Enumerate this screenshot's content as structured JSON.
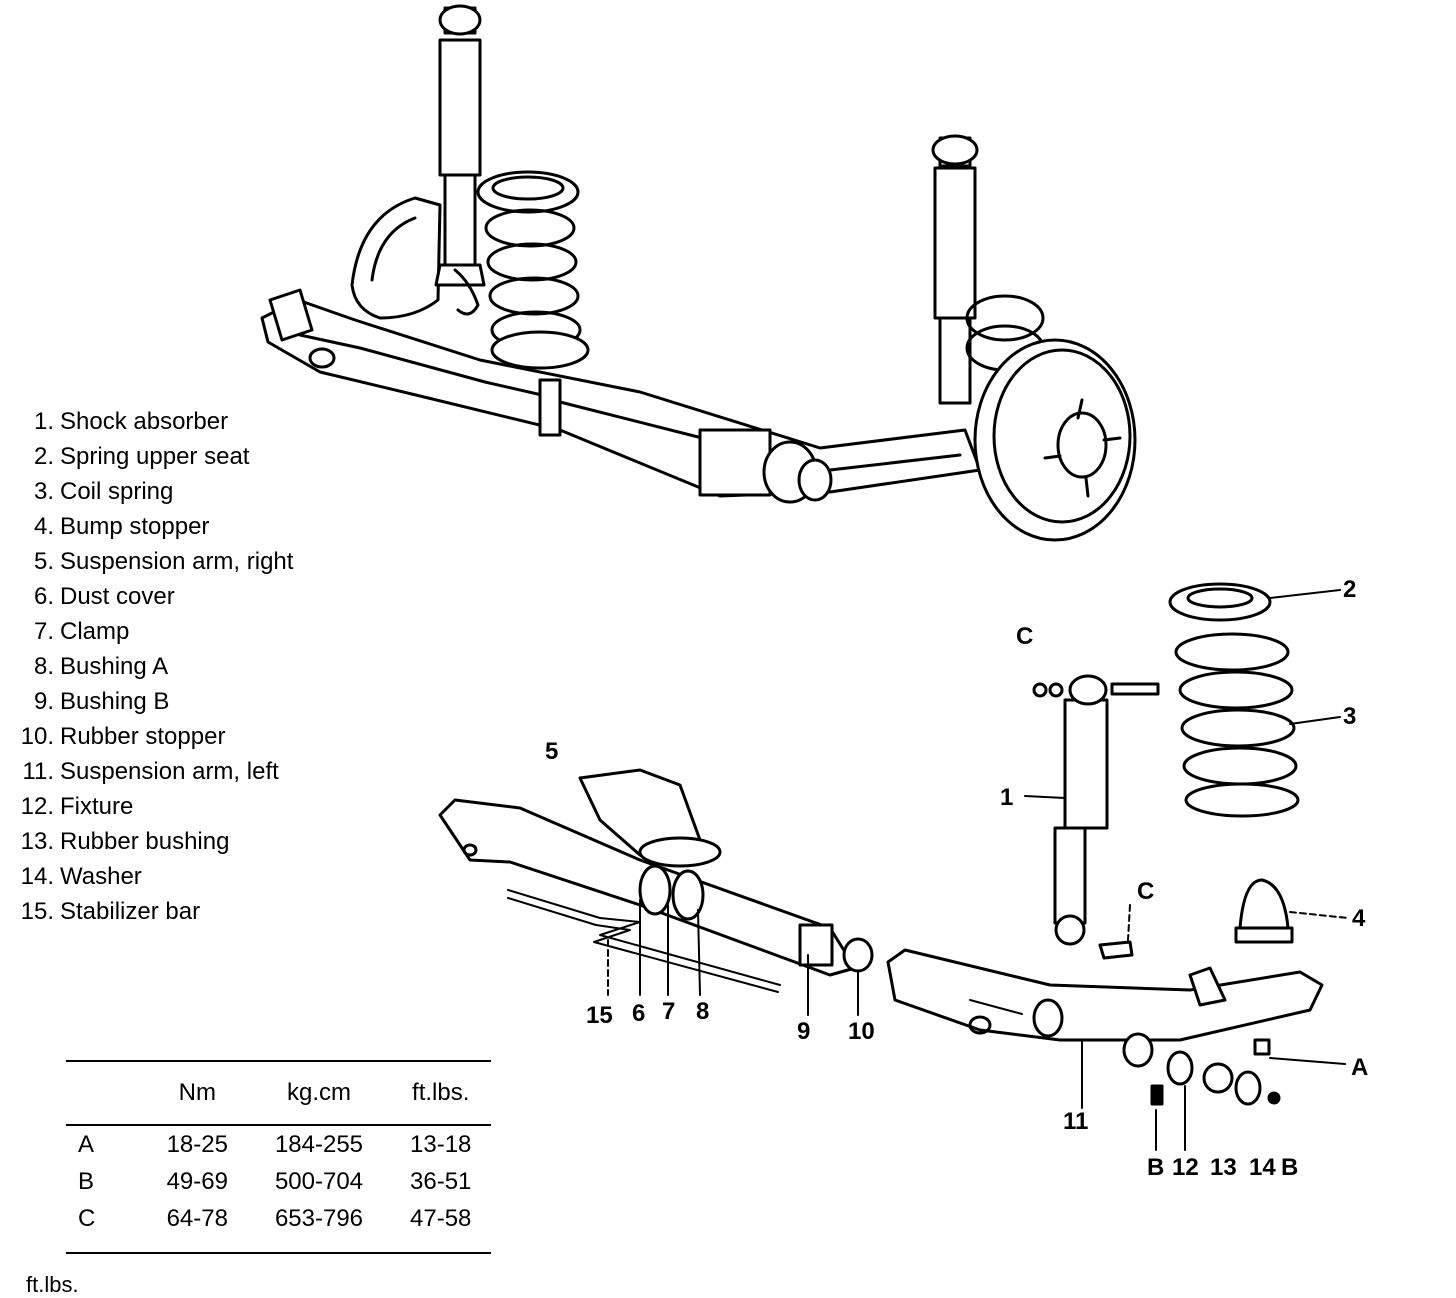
{
  "legend": [
    {
      "num": "1.",
      "label": "Shock absorber"
    },
    {
      "num": "2.",
      "label": "Spring upper seat"
    },
    {
      "num": "3.",
      "label": "Coil spring"
    },
    {
      "num": "4.",
      "label": "Bump stopper"
    },
    {
      "num": "5.",
      "label": "Suspension arm, right"
    },
    {
      "num": "6.",
      "label": "Dust cover"
    },
    {
      "num": "7.",
      "label": "Clamp"
    },
    {
      "num": "8.",
      "label": "Bushing A"
    },
    {
      "num": "9.",
      "label": "Bushing B"
    },
    {
      "num": "10.",
      "label": "Rubber stopper"
    },
    {
      "num": "11.",
      "label": "Suspension arm, left"
    },
    {
      "num": "12.",
      "label": "Fixture"
    },
    {
      "num": "13.",
      "label": "Rubber bushing"
    },
    {
      "num": "14.",
      "label": "Washer"
    },
    {
      "num": "15.",
      "label": "Stabilizer bar"
    }
  ],
  "callouts": {
    "c1": "1",
    "c2": "2",
    "c3": "3",
    "c4": "4",
    "c5": "5",
    "c6": "6",
    "c7": "7",
    "c8": "8",
    "c9": "9",
    "c10": "10",
    "c11": "11",
    "c12": "12",
    "c13": "13",
    "c14": "14",
    "c15": "15",
    "cA": "A",
    "cB1": "B",
    "cB2": "B",
    "cC1": "C",
    "cC2": "C"
  },
  "torque": {
    "headers": [
      "",
      "Nm",
      "kg.cm",
      "ft.lbs."
    ],
    "rows": [
      [
        "A",
        "18-25",
        "184-255",
        "13-18"
      ],
      [
        "B",
        "49-69",
        "500-704",
        "36-51"
      ],
      [
        "C",
        "64-78",
        "653-796",
        "47-58"
      ]
    ]
  },
  "footer": "ft.lbs."
}
